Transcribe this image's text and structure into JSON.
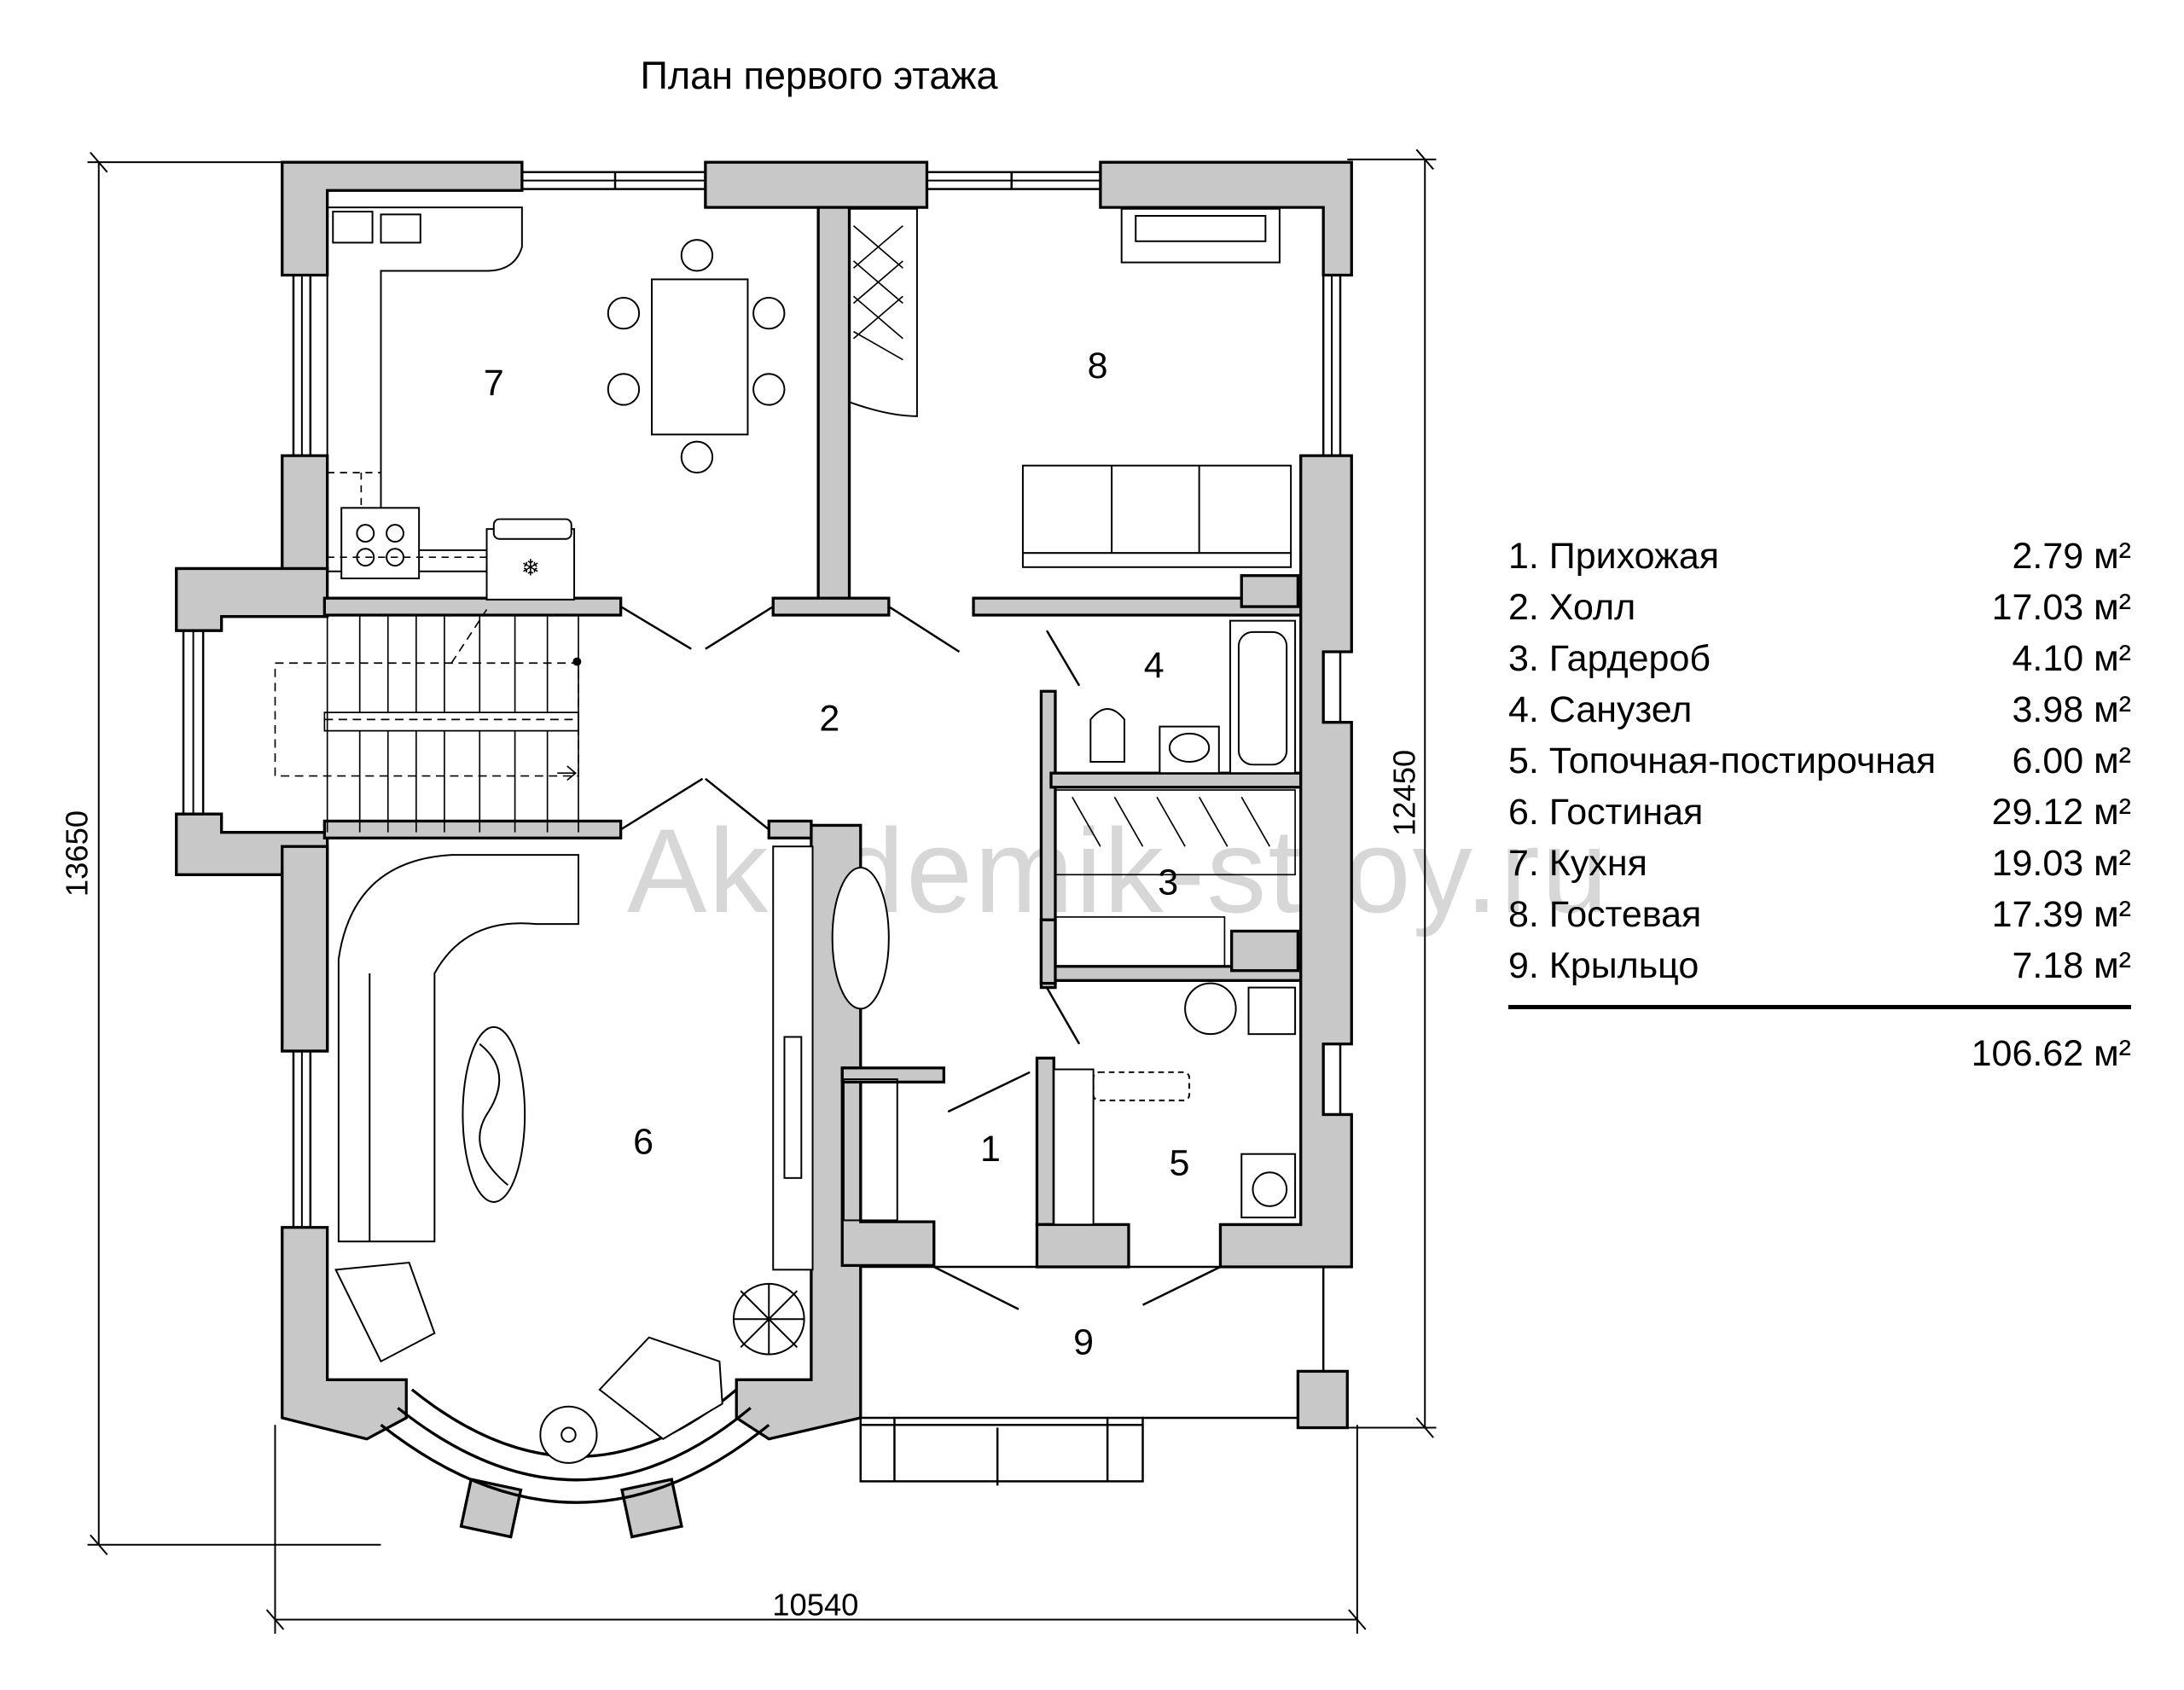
{
  "title": "План первого этажа",
  "watermark": "Akademik-stroy.ru",
  "dimensions": {
    "width": "10540",
    "height_left": "13650",
    "height_right": "12450"
  },
  "room_numbers": [
    "1",
    "2",
    "3",
    "4",
    "5",
    "6",
    "7",
    "8",
    "9"
  ],
  "legend": {
    "items": [
      {
        "name": "1. Прихожая",
        "area": "2.79 м²"
      },
      {
        "name": "2. Холл",
        "area": "17.03 м²"
      },
      {
        "name": "3. Гардероб",
        "area": "4.10 м²"
      },
      {
        "name": "4. Санузел",
        "area": "3.98 м²"
      },
      {
        "name": "5. Топочная-постирочная",
        "area": "6.00 м²"
      },
      {
        "name": "6. Гостиная",
        "area": "29.12 м²"
      },
      {
        "name": "7. Кухня",
        "area": "19.03 м²"
      },
      {
        "name": "8. Гостевая",
        "area": "17.39 м²"
      },
      {
        "name": "9. Крыльцо",
        "area": "7.18 м²"
      }
    ],
    "total": "106.62 м²"
  },
  "colors": {
    "wall": "#c8c8c8",
    "outline": "#000000",
    "background": "#ffffff",
    "watermark": "#d7d7d7"
  }
}
